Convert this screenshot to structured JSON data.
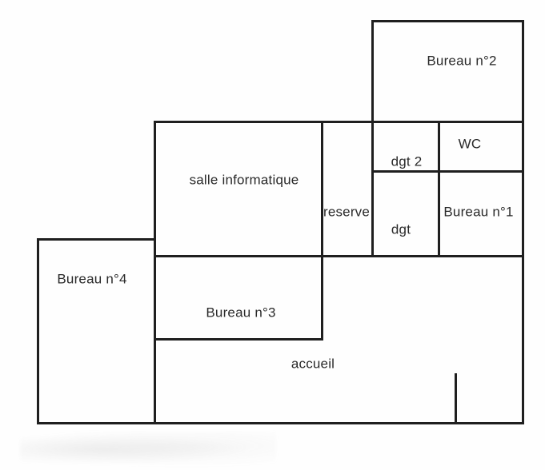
{
  "diagram": {
    "type": "floor-plan",
    "colors": {
      "background": "#fefefe",
      "wall": "#1f1f1f",
      "text": "#2a2a2a"
    },
    "rooms": [
      {
        "id": "bureau-2",
        "label": "Bureau n°2"
      },
      {
        "id": "dgt-2",
        "label": "dgt 2"
      },
      {
        "id": "wc",
        "label": "WC"
      },
      {
        "id": "salle-informatique",
        "label": "salle informatique"
      },
      {
        "id": "reserve",
        "label": "reserve"
      },
      {
        "id": "dgt",
        "label": "dgt"
      },
      {
        "id": "bureau-1",
        "label": "Bureau n°1"
      },
      {
        "id": "bureau-4",
        "label": "Bureau n°4"
      },
      {
        "id": "bureau-3",
        "label": "Bureau n°3"
      },
      {
        "id": "accueil",
        "label": "accueil"
      }
    ]
  }
}
